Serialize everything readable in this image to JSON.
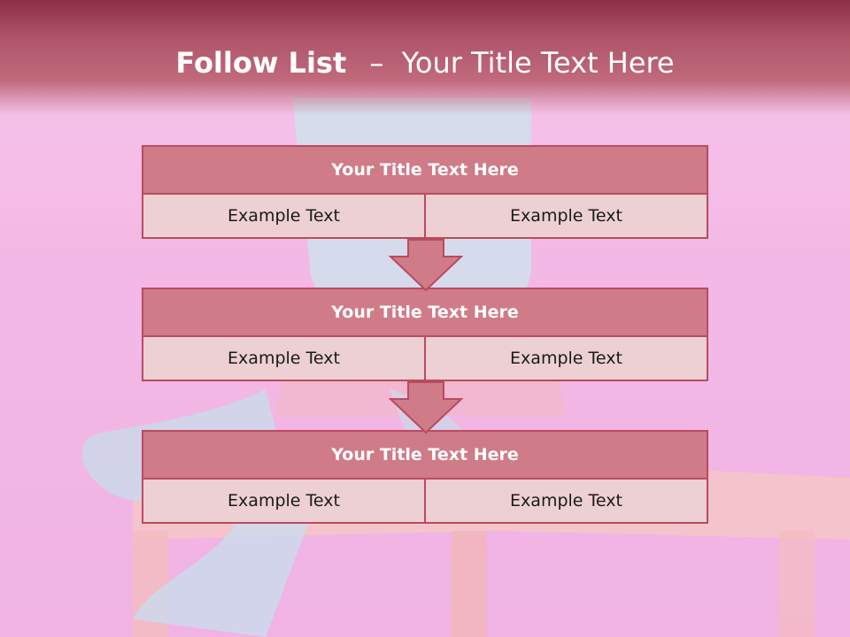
{
  "slide": {
    "title_bold": "Follow List",
    "title_dash": "–",
    "title_rest": "Your Title Text Here"
  },
  "steps": [
    {
      "title": "Your Title Text Here",
      "left": "Example Text",
      "right": "Example Text"
    },
    {
      "title": "Your Title Text Here",
      "left": "Example Text",
      "right": "Example Text"
    },
    {
      "title": "Your Title Text Here",
      "left": "Example Text",
      "right": "Example Text"
    }
  ],
  "colors": {
    "header": "#b0566a",
    "title_fill": "#d07b88",
    "cell_fill": "#ecd0d3",
    "border": "#bb4a5f",
    "background": "#f3b9e6"
  },
  "icons": {
    "connector": "down-arrow-icon"
  }
}
